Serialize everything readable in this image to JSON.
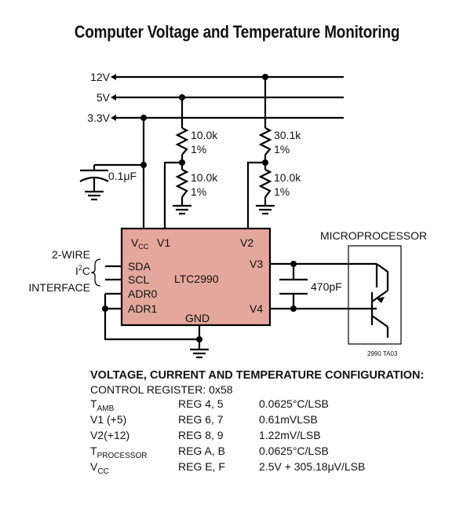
{
  "title": "Computer Voltage and Temperature Monitoring",
  "rails": [
    "12V",
    "5V",
    "3.3V"
  ],
  "capacitor": "0.1μF",
  "divider1": {
    "top_value": "10.0k",
    "top_tol": "1%",
    "bottom_value": "10.0k",
    "bottom_tol": "1%"
  },
  "divider2": {
    "top_value": "30.1k",
    "top_tol": "1%",
    "bottom_value": "10.0k",
    "bottom_tol": "1%"
  },
  "chip": {
    "name": "LTC2990",
    "pins": {
      "vcc": "V",
      "vcc_sub": "CC",
      "v1": "V1",
      "v2": "V2",
      "v3": "V3",
      "v4": "V4",
      "sda": "SDA",
      "scl": "SCL",
      "adr0": "ADR0",
      "adr1": "ADR1",
      "gnd": "GND"
    }
  },
  "interface": {
    "line1": "2-WIRE",
    "line2_a": "I",
    "line2_sup": "2",
    "line2_b": "C",
    "line3": "INTERFACE"
  },
  "processor": {
    "label": "MICROPROCESSOR",
    "cap": "470pF"
  },
  "figure_id": "2990 TA03",
  "config": {
    "title": "VOLTAGE, CURRENT AND TEMPERATURE CONFIGURATION:",
    "control_register": "CONTROL REGISTER: 0x58",
    "rows": [
      {
        "name": "T",
        "sub": "AMB",
        "reg": "REG 4, 5",
        "value": "0.0625°C/LSB"
      },
      {
        "name": "V1 (+5)",
        "sub": "",
        "reg": "REG 6, 7",
        "value": "0.61mVLSB"
      },
      {
        "name": "V2(+12)",
        "sub": "",
        "reg": "REG 8, 9",
        "value": "1.22mV/LSB"
      },
      {
        "name": "T",
        "sub": "PROCESSOR",
        "reg": "REG A, B",
        "value": "0.0625°C/LSB"
      },
      {
        "name": "V",
        "sub": "CC",
        "reg": "REG E, F",
        "value": "2.5V + 305.18μV/LSB"
      }
    ]
  }
}
